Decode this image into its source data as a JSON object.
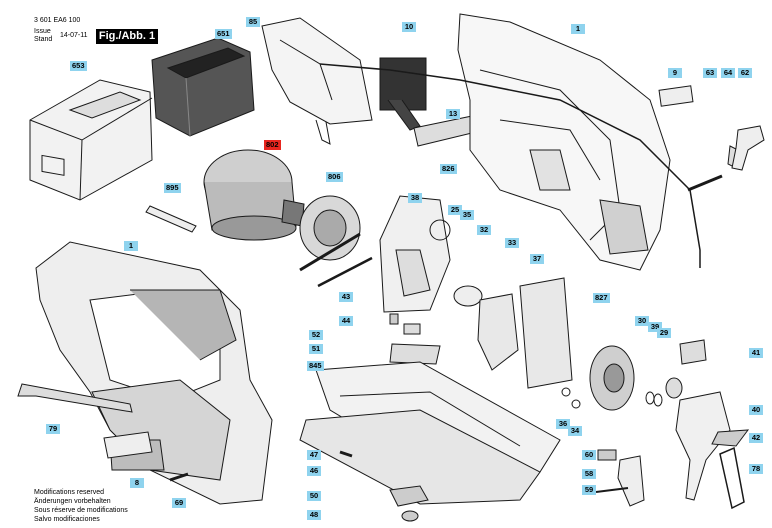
{
  "header": {
    "doc_number": "3 601 EA6 100",
    "issue_label": "Issue",
    "stand_label": "Stand",
    "date": "14-07-11",
    "figure_label": "Fig./Abb. 1"
  },
  "footer_notes": [
    "Modifications reserved",
    "Änderungen vorbehalten",
    "Sous réserve de modifications",
    "Salvo modificaciones"
  ],
  "part_labels": [
    "85",
    "10",
    "1",
    "651",
    "653",
    "9",
    "63",
    "64",
    "62",
    "13",
    "802",
    "806",
    "826",
    "38",
    "25",
    "35",
    "895",
    "1",
    "32",
    "33",
    "37",
    "43",
    "827",
    "44",
    "30",
    "39",
    "29",
    "52",
    "51",
    "41",
    "845",
    "36",
    "34",
    "40",
    "79",
    "42",
    "60",
    "47",
    "46",
    "58",
    "8",
    "59",
    "78",
    "69",
    "50",
    "48"
  ],
  "colors": {
    "label_bg": "#8fd3ee",
    "label_highlight": "#e8261f",
    "figure_bg": "#000000",
    "line": "#1a1a1a"
  }
}
